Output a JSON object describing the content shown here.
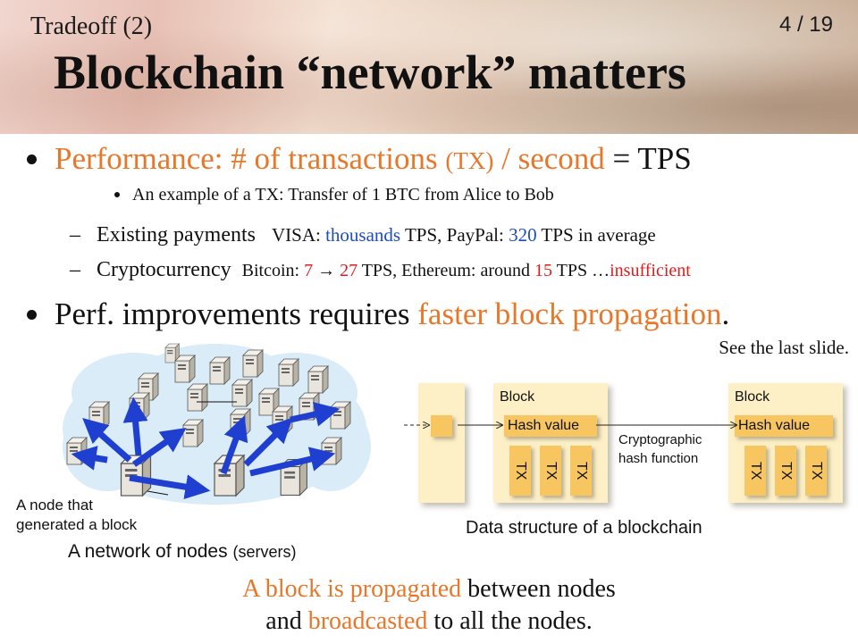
{
  "header": {
    "subtitle": "Tradeoff (2)",
    "title": "Blockchain “network” matters",
    "page_number": "4 / 19"
  },
  "bullets": {
    "b1_main": "Performance: # of transactions ",
    "b1_tx": "(TX)",
    "b1_mid": " / second",
    "b1_end": " = TPS",
    "sub1": "An example of a TX: Transfer of 1 BTC from Alice to Bob",
    "dash1": {
      "dash": "–",
      "label": "Existing payments",
      "visa": "VISA: ",
      "visa_val": "thousands",
      "mid": " TPS, PayPal: ",
      "paypal_val": "320",
      "end": " TPS in average"
    },
    "dash2": {
      "dash": "–",
      "label": "Cryptocurrency",
      "btc": "Bitcoin: ",
      "btc_from": "7",
      "arrow": " → ",
      "btc_to": "27",
      "mid": " TPS, Ethereum: around ",
      "eth_val": "15",
      "end": " TPS …",
      "warn": "insufficient"
    },
    "b2_main": "Perf. improvements requires ",
    "b2_emph": "faster block propagation",
    "b2_end": ".",
    "see": "See the last slide."
  },
  "network": {
    "node_label_line1": "A node that",
    "node_label_line2": "generated a block",
    "caption": "A network of nodes ",
    "caption_small": "(servers)",
    "colors": {
      "cloud": "#d9ecf8",
      "arrow": "#1f3fd0",
      "server": "#e9e5dc"
    }
  },
  "datastructure": {
    "block1_label": "Block",
    "block2_label": "Block",
    "hash1": "Hash value",
    "hash2": "Hash value",
    "tx_label": "TX",
    "crypto_line1": "Cryptographic",
    "crypto_line2": "hash function",
    "caption": "Data structure of a blockchain",
    "colors": {
      "block": "#fdf0c7",
      "hash": "#f7c660"
    }
  },
  "bottom": {
    "l1_a": "A block is propagated",
    "l1_b": " between nodes",
    "l2_a": "and ",
    "l2_b": "broadcasted",
    "l2_c": " to all the nodes."
  },
  "colors": {
    "accent": "#e8772a",
    "blue": "#1f4bbf",
    "red": "#e21b1b"
  }
}
